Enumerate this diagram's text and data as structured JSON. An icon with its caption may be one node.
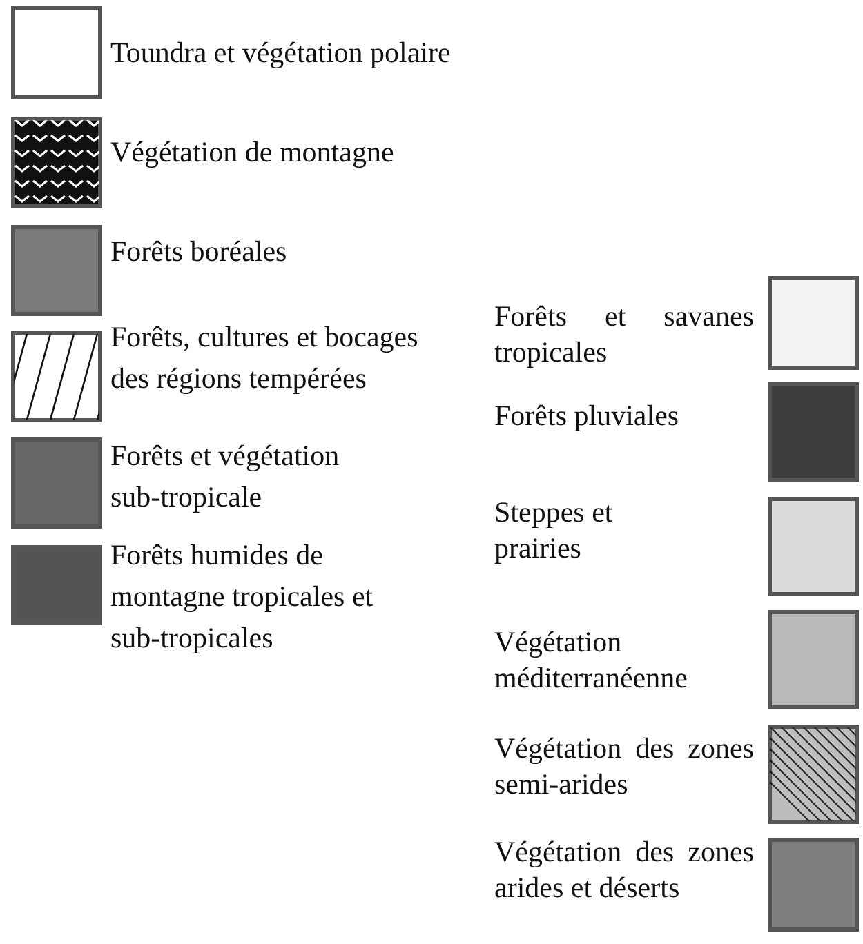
{
  "diagram": {
    "legend": [
      {
        "text": "Toundra et végétation polaire"
      },
      {
        "text": "Végétation de montagne"
      },
      {
        "text": "Forêts boréales",
        "color": "#7a7a7a"
      },
      {
        "text": "Forêts, cultures et bocages des régions tempérées"
      },
      {
        "text": "Forêts et végétation sub-tropicale",
        "color": "#686868"
      },
      {
        "text": "Forêts humides de montagne tropicales et sub-tropicales",
        "color": "#545454"
      },
      {
        "text": "Forêts et savanes tropicales",
        "color": "#f2f2f2"
      },
      {
        "text": "Forêts pluviales",
        "color": "#3c3c3c"
      },
      {
        "text": "Steppes et prairies",
        "color": "#d9d9d9"
      },
      {
        "text": "Végétation méditerranéenne",
        "color": "#b9b9b9"
      },
      {
        "text": "Végétation des zones semi-arides"
      },
      {
        "text": "Végétation des zones arides et déserts",
        "color": "#7d7d7d"
      }
    ]
  }
}
